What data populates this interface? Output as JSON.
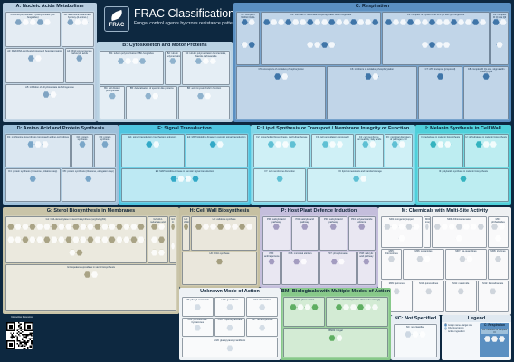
{
  "header": {
    "title": "FRAC Classification of Fungicides",
    "subtitle": "Fungal control agents by cross resistance pattern and mode of action 2024 (www.frac.info)",
    "logo_text": "FRAC"
  },
  "colors": {
    "A": "#b7cde0",
    "B": "#b9d2e3",
    "C": "#5a8fc1",
    "D": "#9ec0da",
    "E": "#4fc5e0",
    "F": "#7fd7e8",
    "I": "#4fd0da",
    "G": "#c9c4a8",
    "H": "#c6c0a2",
    "P": "#c4bedc",
    "M": "#eef0f2",
    "U": "#eef2f5",
    "BM": "#88c98a",
    "NC": "#e8eef4",
    "background": "#0d2840"
  },
  "sections": {
    "A": {
      "title": "A: Nucleic Acids Metabolism",
      "groups": [
        {
          "label": "A1: RNA polymerase I / phenylamides (PA-fungicides)",
          "n": 5
        },
        {
          "label": "A2: adenosine-deaminase hydroxy-(2-amino-) pyrimidines",
          "n": 3
        },
        {
          "label": "A3: DNA/RNA synthesis (proposed) heteroaromatics",
          "n": 2
        },
        {
          "label": "A4: DNA topoisomerase carboxylic acids",
          "n": 1
        },
        {
          "label": "A5: inhibition of dihydroorotate dehydrogenase",
          "n": 2
        }
      ]
    },
    "B": {
      "title": "B: Cytoskeleton and Motor Proteins",
      "groups": [
        {
          "label": "B1: tubulin polymerization MBC-fungicides",
          "n": 4
        },
        {
          "label": "B2: tubulin polymerization N-phenyl carbamates",
          "n": 1
        },
        {
          "label": "B3: tubulin polymerization benzamides, thiazole carboxamide",
          "n": 3
        },
        {
          "label": "B4: cell division phenylureas",
          "n": 1
        },
        {
          "label": "B5: delocalisation of spectrin-like proteins",
          "n": 2
        },
        {
          "label": "B6: actin/myosin/fimbrin function",
          "n": 2
        }
      ]
    },
    "C": {
      "title": "C: Respiration",
      "groups": [
        {
          "label": "C1: complex I NADH Oxido-reductase",
          "n": 4
        },
        {
          "label": "C2: complex II: succinate-dehydrogenase SDHI fungicides",
          "n": 20
        },
        {
          "label": "C3: complex III: cytochrome bc1 Qo site QoI fungicides",
          "n": 18
        },
        {
          "label": "C4: complex III Qi site QiI fungicides",
          "n": 3
        },
        {
          "label": "C5: uncouplers of oxidative phosphorylation",
          "n": 2
        },
        {
          "label": "C6: inhibitors of oxidative phosphorylation",
          "n": 2
        },
        {
          "label": "C7: ATP transport (proposed)",
          "n": 1
        },
        {
          "label": "C8: complex III Qo site, stigmatellin binding type",
          "n": 1
        }
      ]
    },
    "D": {
      "title": "D: Amino Acid and Protein Synthesis",
      "groups": [
        {
          "label": "D1: methionine biosynthesis (proposed) anilino-pyrimidines",
          "n": 3
        },
        {
          "label": "D2: protein synthesis (ribosome, termination step)",
          "n": 1
        },
        {
          "label": "D3: protein synthesis (ribosome, initiation step)",
          "n": 1
        },
        {
          "label": "D4: protein synthesis (ribosome, initiation step)",
          "n": 1
        },
        {
          "label": "D5: protein synthesis (ribosome, elongation step)",
          "n": 1
        }
      ]
    },
    "E": {
      "title": "E: Signal Transduction",
      "groups": [
        {
          "label": "E1: signal transduction (mechanism unknown)",
          "n": 2
        },
        {
          "label": "E2: MAP/Histidine-Kinase in osmotic signal transduction",
          "n": 2
        },
        {
          "label": "E3: MAP/Histidine-Kinase in osmotic signal transduction",
          "n": 4
        }
      ]
    },
    "F": {
      "title": "F: Lipid Synthesis or Transport / Membrane Integrity or Function",
      "groups": [
        {
          "label": "F2: phospholipid biosynthesis, methyltransferase",
          "n": 4
        },
        {
          "label": "F3: cell peroxidation (proposed)",
          "n": 3
        },
        {
          "label": "F4: cell membrane permeability, fatty acids",
          "n": 2
        },
        {
          "label": "F6: microbial disrupters of pathogen cell membranes",
          "n": 2
        },
        {
          "label": "F7: cell membrane disruption",
          "n": 1
        },
        {
          "label": "F9: lipid homeostasis and transfer/storage",
          "n": 2
        }
      ]
    },
    "I": {
      "title": "I: Melanin Synthesis in Cell Wall",
      "groups": [
        {
          "label": "I1: reductase in melanin biosynthesis",
          "n": 3
        },
        {
          "label": "I2: dehydratase in melanin biosynthesis",
          "n": 3
        },
        {
          "label": "I3: polyketide synthase in melanin biosynthesis",
          "n": 1
        }
      ]
    },
    "G": {
      "title": "G: Sterol Biosynthesis in Membranes",
      "groups": [
        {
          "label": "G1: C14-demethylase in sterol biosynthesis (erg11/cyp51)",
          "n": 40
        },
        {
          "label": "G2: Δ14-reductase and Δ8→Δ7-isomerase in sterol biosynthesis",
          "n": 6
        },
        {
          "label": "G3: 3-keto reductase, C4-demethylation",
          "n": 2
        },
        {
          "label": "G4: squalene epoxidase in sterol biosynthesis",
          "n": 2
        }
      ]
    },
    "H": {
      "title": "H: Cell Wall Biosynthesis",
      "groups": [
        {
          "label": "H4: chitin synthase",
          "n": 1
        },
        {
          "label": "H5: cellulose synthase",
          "n": 8
        },
        {
          "label": "H6: chitin synthase",
          "n": 1
        }
      ]
    },
    "P": {
      "title": "P: Host Plant Defence Induction",
      "groups": [
        {
          "label": "P01: salicylic acid pathway",
          "n": 1
        },
        {
          "label": "P02: salicylic acid pathway",
          "n": 1
        },
        {
          "label": "P03: salicylic acid pathway",
          "n": 1
        },
        {
          "label": "P04: polysaccharide elicitors",
          "n": 1
        },
        {
          "label": "P05: anthraquinone elicitors",
          "n": 1
        },
        {
          "label": "P06: microbial elicitors",
          "n": 2
        },
        {
          "label": "P07: phosphonates",
          "n": 2
        },
        {
          "label": "P08: salicylic acid pathway",
          "n": 1
        }
      ]
    },
    "M": {
      "title": "M: Chemicals with Multi-Site Activity",
      "groups": [
        {
          "label": "M01: inorganic (copper)",
          "n": 6
        },
        {
          "label": "M02: inorganic (sulfur)",
          "n": 1
        },
        {
          "label": "M03: dithiocarbamates",
          "n": 8
        },
        {
          "label": "M04: phthalimides",
          "n": 3
        },
        {
          "label": "M05: chloronitriles",
          "n": 1
        },
        {
          "label": "M06: sulfamides",
          "n": 2
        },
        {
          "label": "M07: bis-guanidines",
          "n": 2
        },
        {
          "label": "M08: triazines",
          "n": 1
        },
        {
          "label": "M09: quinones",
          "n": 1
        },
        {
          "label": "M10: quinoxalines",
          "n": 1
        },
        {
          "label": "M11: maleimide",
          "n": 1
        },
        {
          "label": "M12: thiocarbamate",
          "n": 1
        }
      ]
    },
    "U": {
      "title": "Unknown Mode of Action",
      "groups": [
        {
          "label": "U6: phenyl-acetamide",
          "n": 1
        },
        {
          "label": "U12: guanidines",
          "n": 1
        },
        {
          "label": "U13: thiazolidine",
          "n": 1
        },
        {
          "label": "U14: pyrimidinone-hydrazones",
          "n": 1
        },
        {
          "label": "U16: 4-quinolyl-acetate",
          "n": 1
        },
        {
          "label": "U17: tetrazolyloxime",
          "n": 1
        },
        {
          "label": "U18: glucopyranosyl antibiotic",
          "n": 1
        }
      ]
    },
    "BM": {
      "title": "BM: Biologicals with Multiple Modes of Action",
      "groups": [
        {
          "label": "BM01: plant extract",
          "n": 4
        },
        {
          "label": "BM02: microbial (strains of bacteria or fungi)",
          "n": 6
        },
        {
          "label": "BM03: fungal",
          "n": 2
        }
      ]
    },
    "NC": {
      "title": "NC: Not Specified",
      "groups": [
        {
          "label": "NC: not classified",
          "n": 3
        }
      ]
    }
  },
  "legend": {
    "title": "Legend",
    "items": [
      {
        "label": "Group name / target site",
        "color": "#5a8fc1"
      },
      {
        "label": "Chemical group",
        "color": "#9ec0da"
      },
      {
        "label": "Active ingredient",
        "color": "#eef2f5"
      }
    ],
    "example_title": "C: Respiration",
    "example_caption": "C4: inhibitors of complex III"
  },
  "footer": {
    "qr_caption": "Interactive Resource"
  }
}
